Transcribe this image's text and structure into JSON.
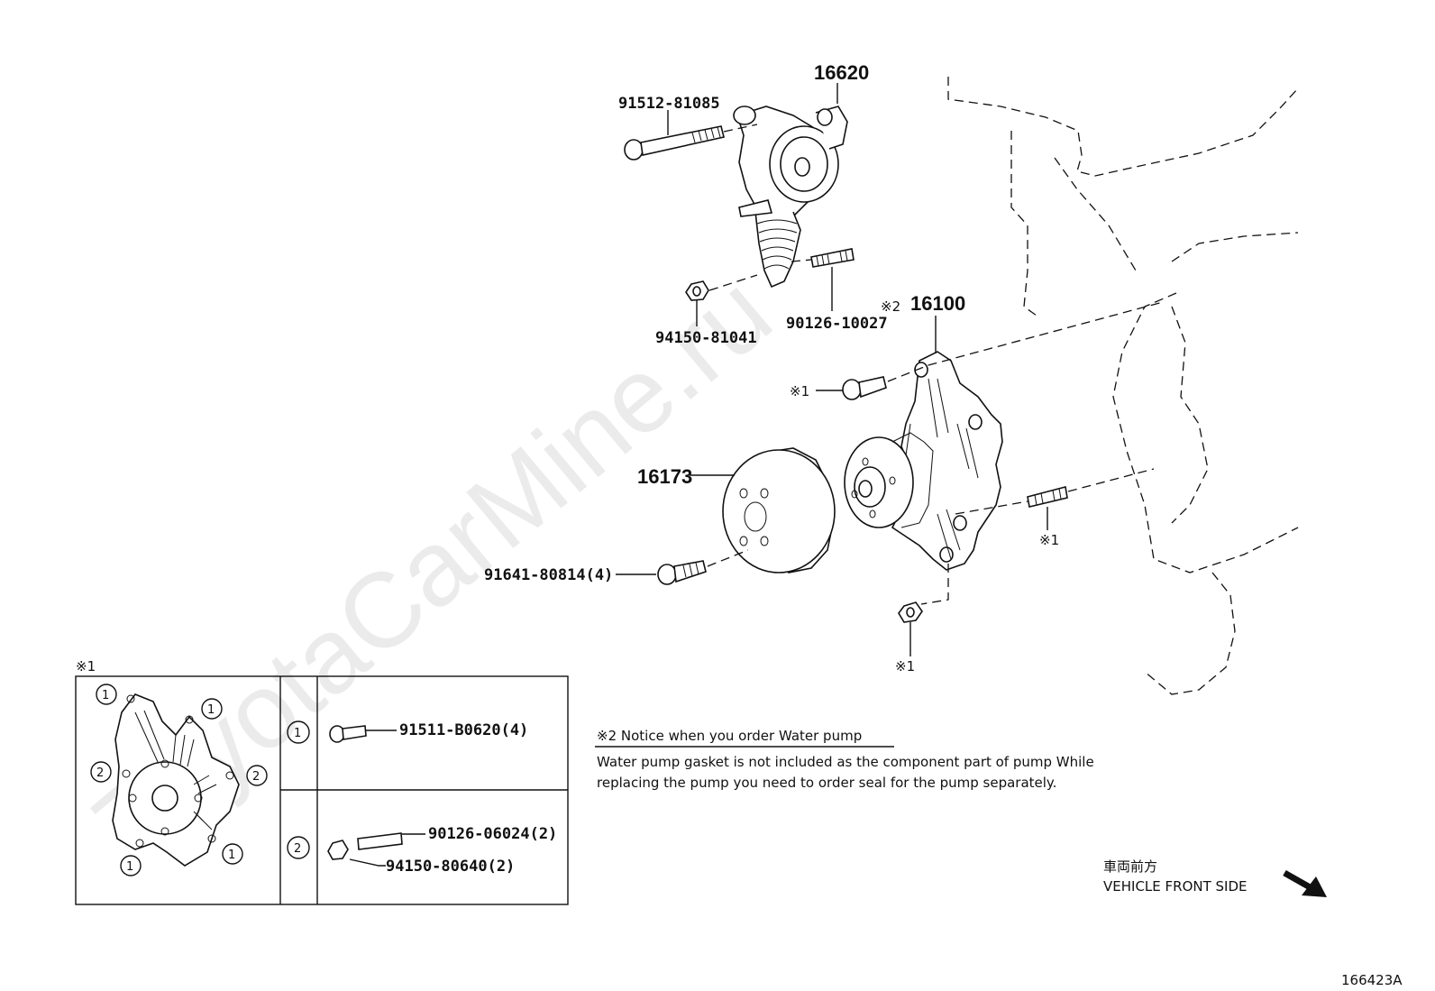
{
  "watermark": "ToyotaCarMine.ru",
  "parts": {
    "tensioner": "16620",
    "tensioner_bolt": "91512-81085",
    "tensioner_nut": "94150-81041",
    "tensioner_stud": "90126-10027",
    "water_pump": "16100",
    "water_pump_mark": "※2",
    "pulley": "16173",
    "pulley_bolt": "91641-80814(4)"
  },
  "marks": {
    "bolt_mark": "※1",
    "stud_mark": "※1",
    "nut_mark": "※1"
  },
  "detail": {
    "title": "※1",
    "circles": [
      "1",
      "1",
      "2",
      "2",
      "1",
      "1"
    ],
    "row1": {
      "index": "1",
      "part": "91511-B0620(4)"
    },
    "row2": {
      "index": "2",
      "stud": "90126-06024(2)",
      "nut": "94150-80640(2)"
    }
  },
  "notice": {
    "title": "※2 Notice when you order Water pump",
    "line1": "Water pump gasket is not included as the component part of pump While",
    "line2": "replacing the pump you need to order seal for the pump separately."
  },
  "direction": {
    "jp": "車両前方",
    "en": "VEHICLE FRONT SIDE"
  },
  "figure_id": "166423A"
}
